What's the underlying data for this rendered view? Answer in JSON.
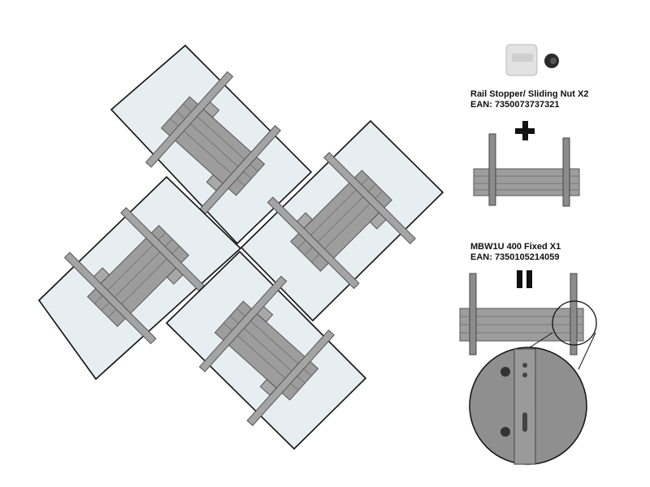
{
  "stopper": {
    "name": "Rail Stopper/ Sliding Nut X2",
    "ean": "EAN: 7350073737321"
  },
  "mount": {
    "name": "MBW1U 400 Fixed X1",
    "ean": "EAN: 7350105214059"
  },
  "operators": {
    "plus": "+",
    "equals": "="
  },
  "colors": {
    "screen": "#e6eef2",
    "metal": "#9a9a9a",
    "outline": "#111111"
  }
}
